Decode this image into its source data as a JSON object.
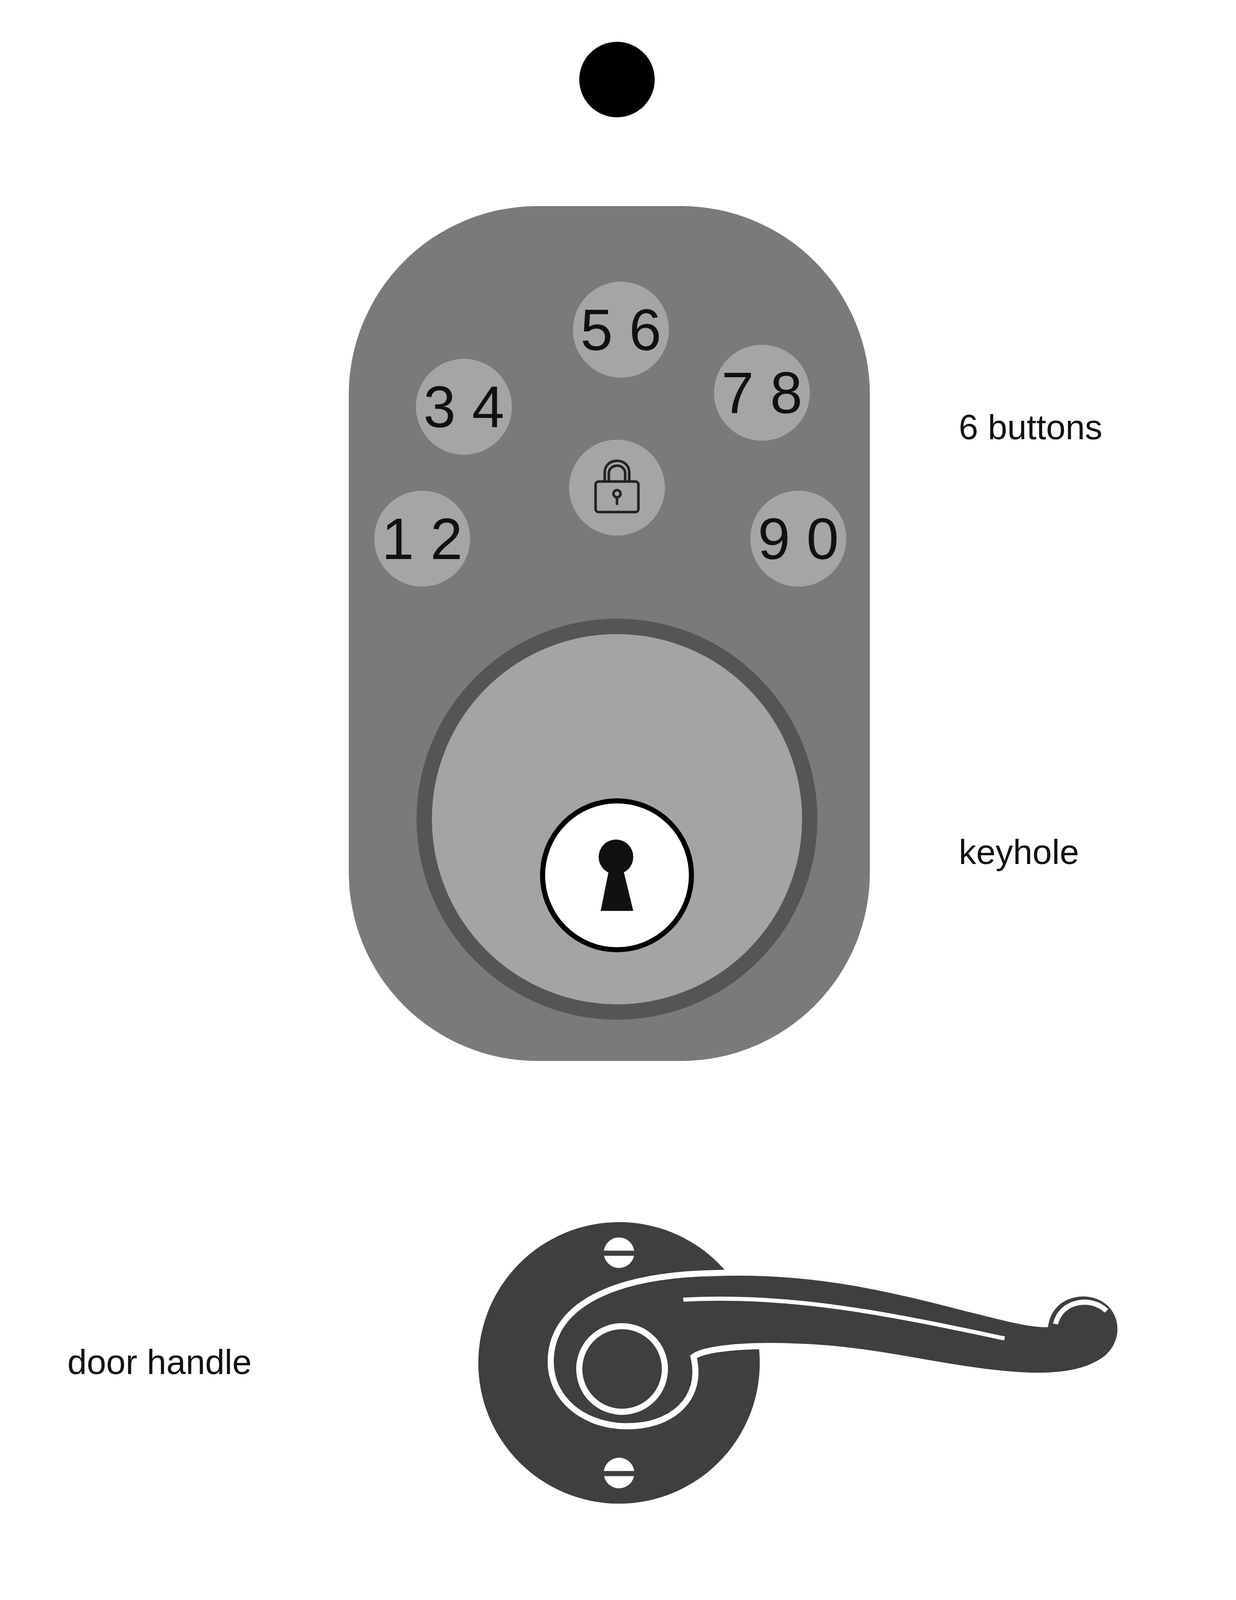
{
  "diagram": {
    "nodes": [
      {
        "text": [
          "5 6"
        ]
      },
      {
        "text": [
          "3 4"
        ]
      },
      {
        "text": [
          "7 8"
        ]
      },
      {
        "text": [
          "1 2"
        ]
      },
      {
        "text": [
          "9 0"
        ]
      }
    ],
    "labels": [
      "6 buttons",
      "keyhole",
      "door handle"
    ]
  }
}
